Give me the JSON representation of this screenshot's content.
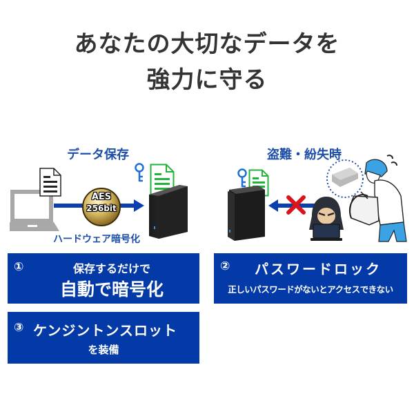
{
  "headline": {
    "line1": "あなたの大切なデータを",
    "line2": "強力に守る"
  },
  "left_panel": {
    "title": "データ保存",
    "badge_line1": "AES",
    "badge_line2": "256bit",
    "caption": "ハードウェア暗号化"
  },
  "right_panel": {
    "title": "盗難・紛失時"
  },
  "features": [
    {
      "number": "①",
      "line1": "保存するだけで",
      "line2": "自動で暗号化"
    },
    {
      "number": "②",
      "line1": "パスワードロック",
      "line2": "正しいパスワードがないとアクセスできない"
    },
    {
      "number": "③",
      "line1": "ケンジントンスロット",
      "line2": "を装備"
    }
  ],
  "colors": {
    "box_blue": "#0439a8",
    "title_blue": "#1d4ea8",
    "arrow_blue": "#0a3fb0",
    "doc_green": "#22b43a",
    "cross_red": "#d9151b",
    "headline_gray": "#333333"
  }
}
